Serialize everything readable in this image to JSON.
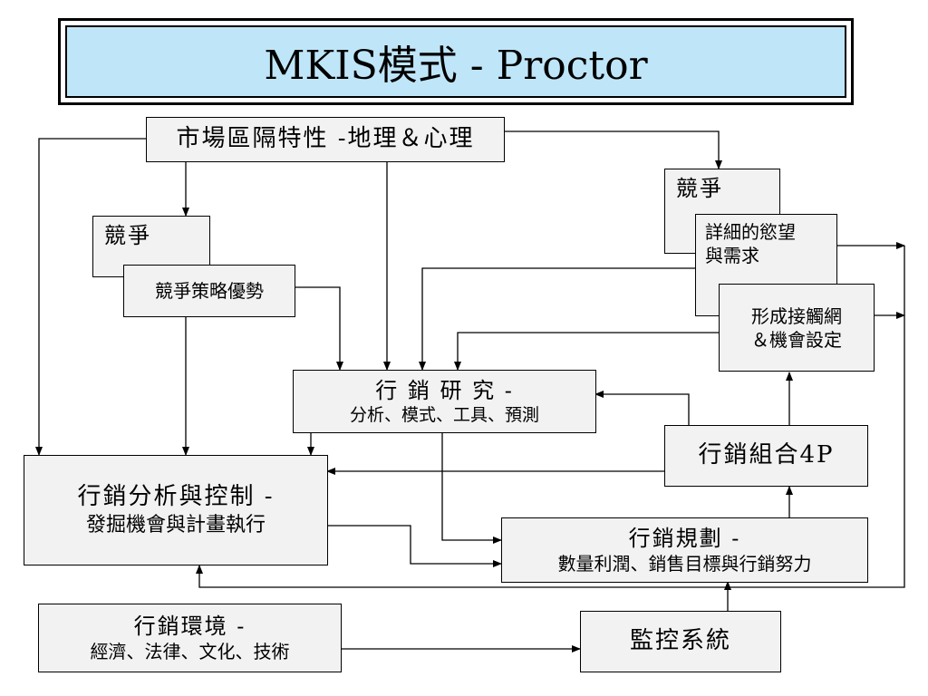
{
  "title": "MKIS模式 - Proctor",
  "boxes": {
    "segmentation": "市場區隔特性 -地理＆心理",
    "competition_left": "競爭",
    "strategy": "競爭策略優勢",
    "competition_right": "競爭",
    "desire": [
      "詳細的慾望",
      "與需求"
    ],
    "contact": [
      "形成接觸網",
      "＆機會設定"
    ],
    "research": [
      "行 銷 研 究 -",
      "分析、模式、工具、預測"
    ],
    "mix": "行銷組合4P",
    "analysis": [
      "行銷分析與控制 -",
      "發掘機會與計畫執行"
    ],
    "planning": [
      "行銷規劃 -",
      "數量利潤、銷售目標與行銷努力"
    ],
    "environment": [
      "行銷環境 -",
      "經濟、法律、文化、技術"
    ],
    "monitor": "監控系統"
  }
}
